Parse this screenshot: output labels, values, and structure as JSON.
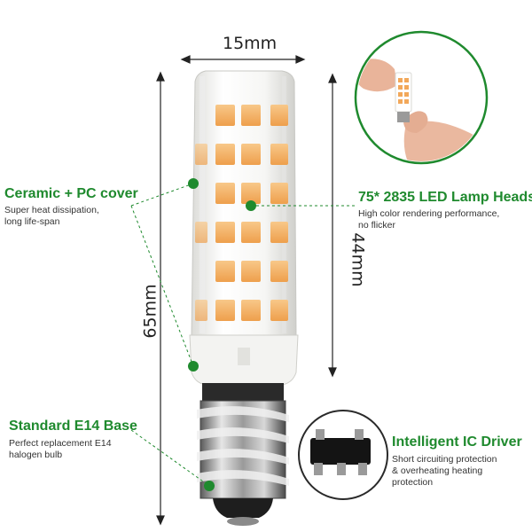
{
  "dimensions": {
    "width_label": "15mm",
    "total_height_label": "65mm",
    "led_height_label": "44mm"
  },
  "features": {
    "ceramic": {
      "title": "Ceramic + PC cover",
      "desc_line1": "Super heat dissipation,",
      "desc_line2": "long life-span"
    },
    "led": {
      "title": "75* 2835 LED Lamp Heads",
      "desc_line1": "High color rendering performance,",
      "desc_line2": "no flicker"
    },
    "base": {
      "title": "Standard E14 Base",
      "desc_line1": "Perfect replacement E14",
      "desc_line2": "halogen bulb"
    },
    "driver": {
      "title": "Intelligent IC Driver",
      "desc_line1": "Short circuiting protection",
      "desc_line2": "& overheating heating",
      "desc_line3": "protection"
    }
  },
  "colors": {
    "accent_green": "#1f8a2e",
    "led_orange": "#f5b065",
    "ceramic_white": "#f4f4f2"
  }
}
